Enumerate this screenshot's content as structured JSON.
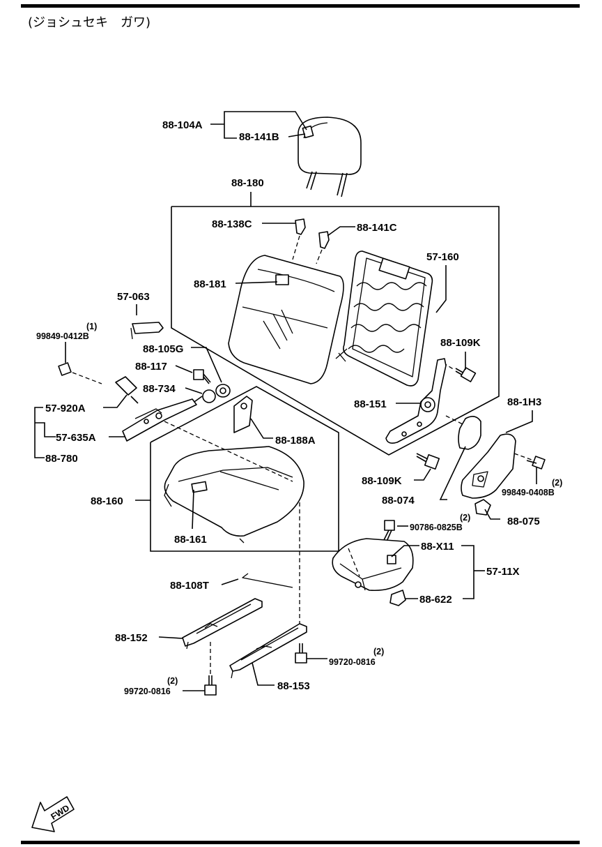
{
  "header": {
    "title": "(ジョシュセキ　ガワ)"
  },
  "labels": {
    "headrest": "88-104A",
    "headrest_guide_b": "88-141B",
    "backrest_assy": "88-180",
    "guide_c_138": "88-138C",
    "guide_c_141": "88-141C",
    "back_frame": "57-160",
    "back_cover": "88-181",
    "bracket_063": "57-063",
    "bolt_04128": "99849-0412B",
    "bolt_04128_qty": "(1)",
    "bushing_105g": "88-105G",
    "bolt_117": "88-117",
    "bolt_734": "88-734",
    "buckle_920a": "57-920A",
    "buckle_635a": "57-635A",
    "buckle_780": "88-780",
    "bolt_109k_upper": "88-109K",
    "hinge_151": "88-151",
    "cover_1h3": "88-1H3",
    "bracket_188a": "88-188A",
    "bolt_109k_lower": "88-109K",
    "screw_0408b": "99849-0408B",
    "screw_0408b_qty": "(2)",
    "cap_074": "88-074",
    "cushion_assy": "88-160",
    "cover_161": "88-161",
    "knob_075": "88-075",
    "bolt_0825b_qty": "(2)",
    "bolt_0825b": "90786-0825B",
    "cover_x11": "88-X11",
    "lower_cover": "57-11X",
    "wire_108t": "88-108T",
    "cap_622": "88-622",
    "slide_152": "88-152",
    "bolt_0816_right_qty": "(2)",
    "bolt_0816_right": "99720-0816",
    "bolt_0816_left_qty": "(2)",
    "bolt_0816_left": "99720-0816",
    "slide_153": "88-153"
  },
  "footer": {
    "fwd": "FWD"
  }
}
